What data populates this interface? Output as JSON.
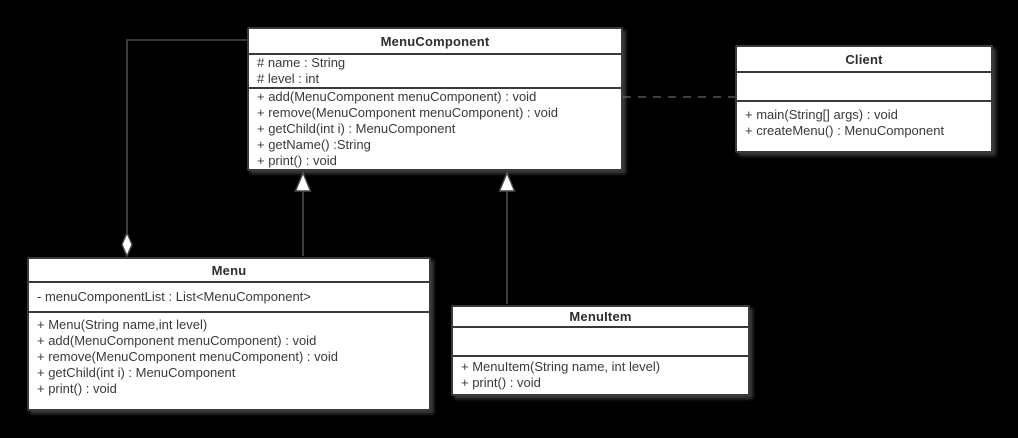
{
  "colors": {
    "background": "#000000",
    "box_fill": "#ffffff",
    "box_border": "#3a3a3a",
    "line": "#4a4a4a",
    "arrow_fill": "#ffffff",
    "text": "#3a3a3a"
  },
  "classes": {
    "menu_component": {
      "name": "MenuComponent",
      "attributes": [
        "# name : String",
        "# level : int"
      ],
      "methods": [
        "+ add(MenuComponent menuComponent) : void",
        "+ remove(MenuComponent menuComponent) : void",
        "+ getChild(int i) : MenuComponent",
        "+ getName() :String",
        "+ print() : void"
      ]
    },
    "client": {
      "name": "Client",
      "attributes": [],
      "methods": [
        "+ main(String[] args) : void",
        "+ createMenu() : MenuComponent"
      ]
    },
    "menu": {
      "name": "Menu",
      "attributes": [
        "- menuComponentList : List<MenuComponent>"
      ],
      "methods": [
        "+ Menu(String name,int level)",
        "+ add(MenuComponent menuComponent) : void",
        "+ remove(MenuComponent menuComponent) : void",
        "+ getChild(int i) : MenuComponent",
        "+ print() : void"
      ]
    },
    "menu_item": {
      "name": "MenuItem",
      "attributes": [],
      "methods": [
        "+ MenuItem(String name, int level)",
        "+ print() : void"
      ]
    }
  },
  "relationships": [
    {
      "type": "aggregation",
      "whole": "Menu",
      "part": "MenuComponent",
      "line_style": "solid",
      "marker": "hollow-diamond"
    },
    {
      "type": "generalization",
      "child": "Menu",
      "parent": "MenuComponent",
      "line_style": "solid",
      "marker": "hollow-triangle"
    },
    {
      "type": "generalization",
      "child": "MenuItem",
      "parent": "MenuComponent",
      "line_style": "solid",
      "marker": "hollow-triangle"
    },
    {
      "type": "dependency",
      "from": "Client",
      "to": "MenuComponent",
      "line_style": "dashed",
      "marker": "none"
    }
  ]
}
